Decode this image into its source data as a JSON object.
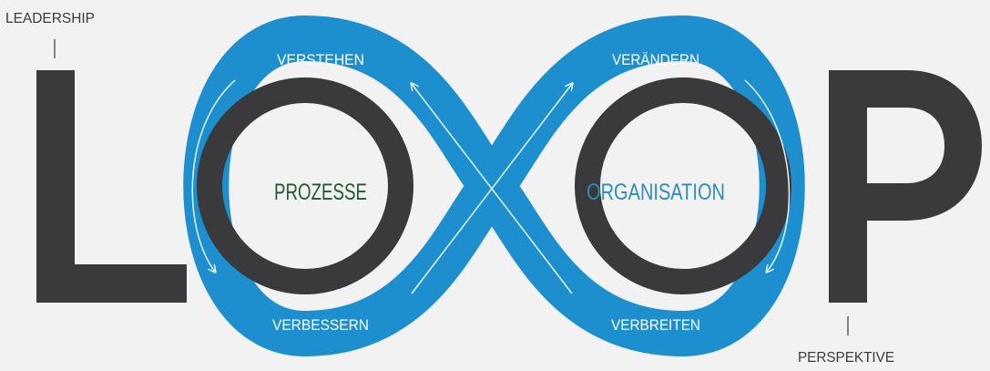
{
  "labels": {
    "leadership": "LEADERSHIP",
    "perspektive": "PERSPEKTIVE",
    "verstehen": "VERSTEHEN",
    "veraendern": "VERÄNDERN",
    "verbessern": "VERBESSERN",
    "verbreiten": "VERBREITEN",
    "prozesse": "PROZESSE",
    "organisation": "ORGANISATION"
  },
  "colors": {
    "background": "#f2f2f2",
    "letters": "#3a3a3c",
    "loop_blue": "#1d8fce",
    "prozesse_green": "#1e5a35",
    "organisation_blue": "#2a8cbf",
    "loop_text": "#ffffff"
  }
}
